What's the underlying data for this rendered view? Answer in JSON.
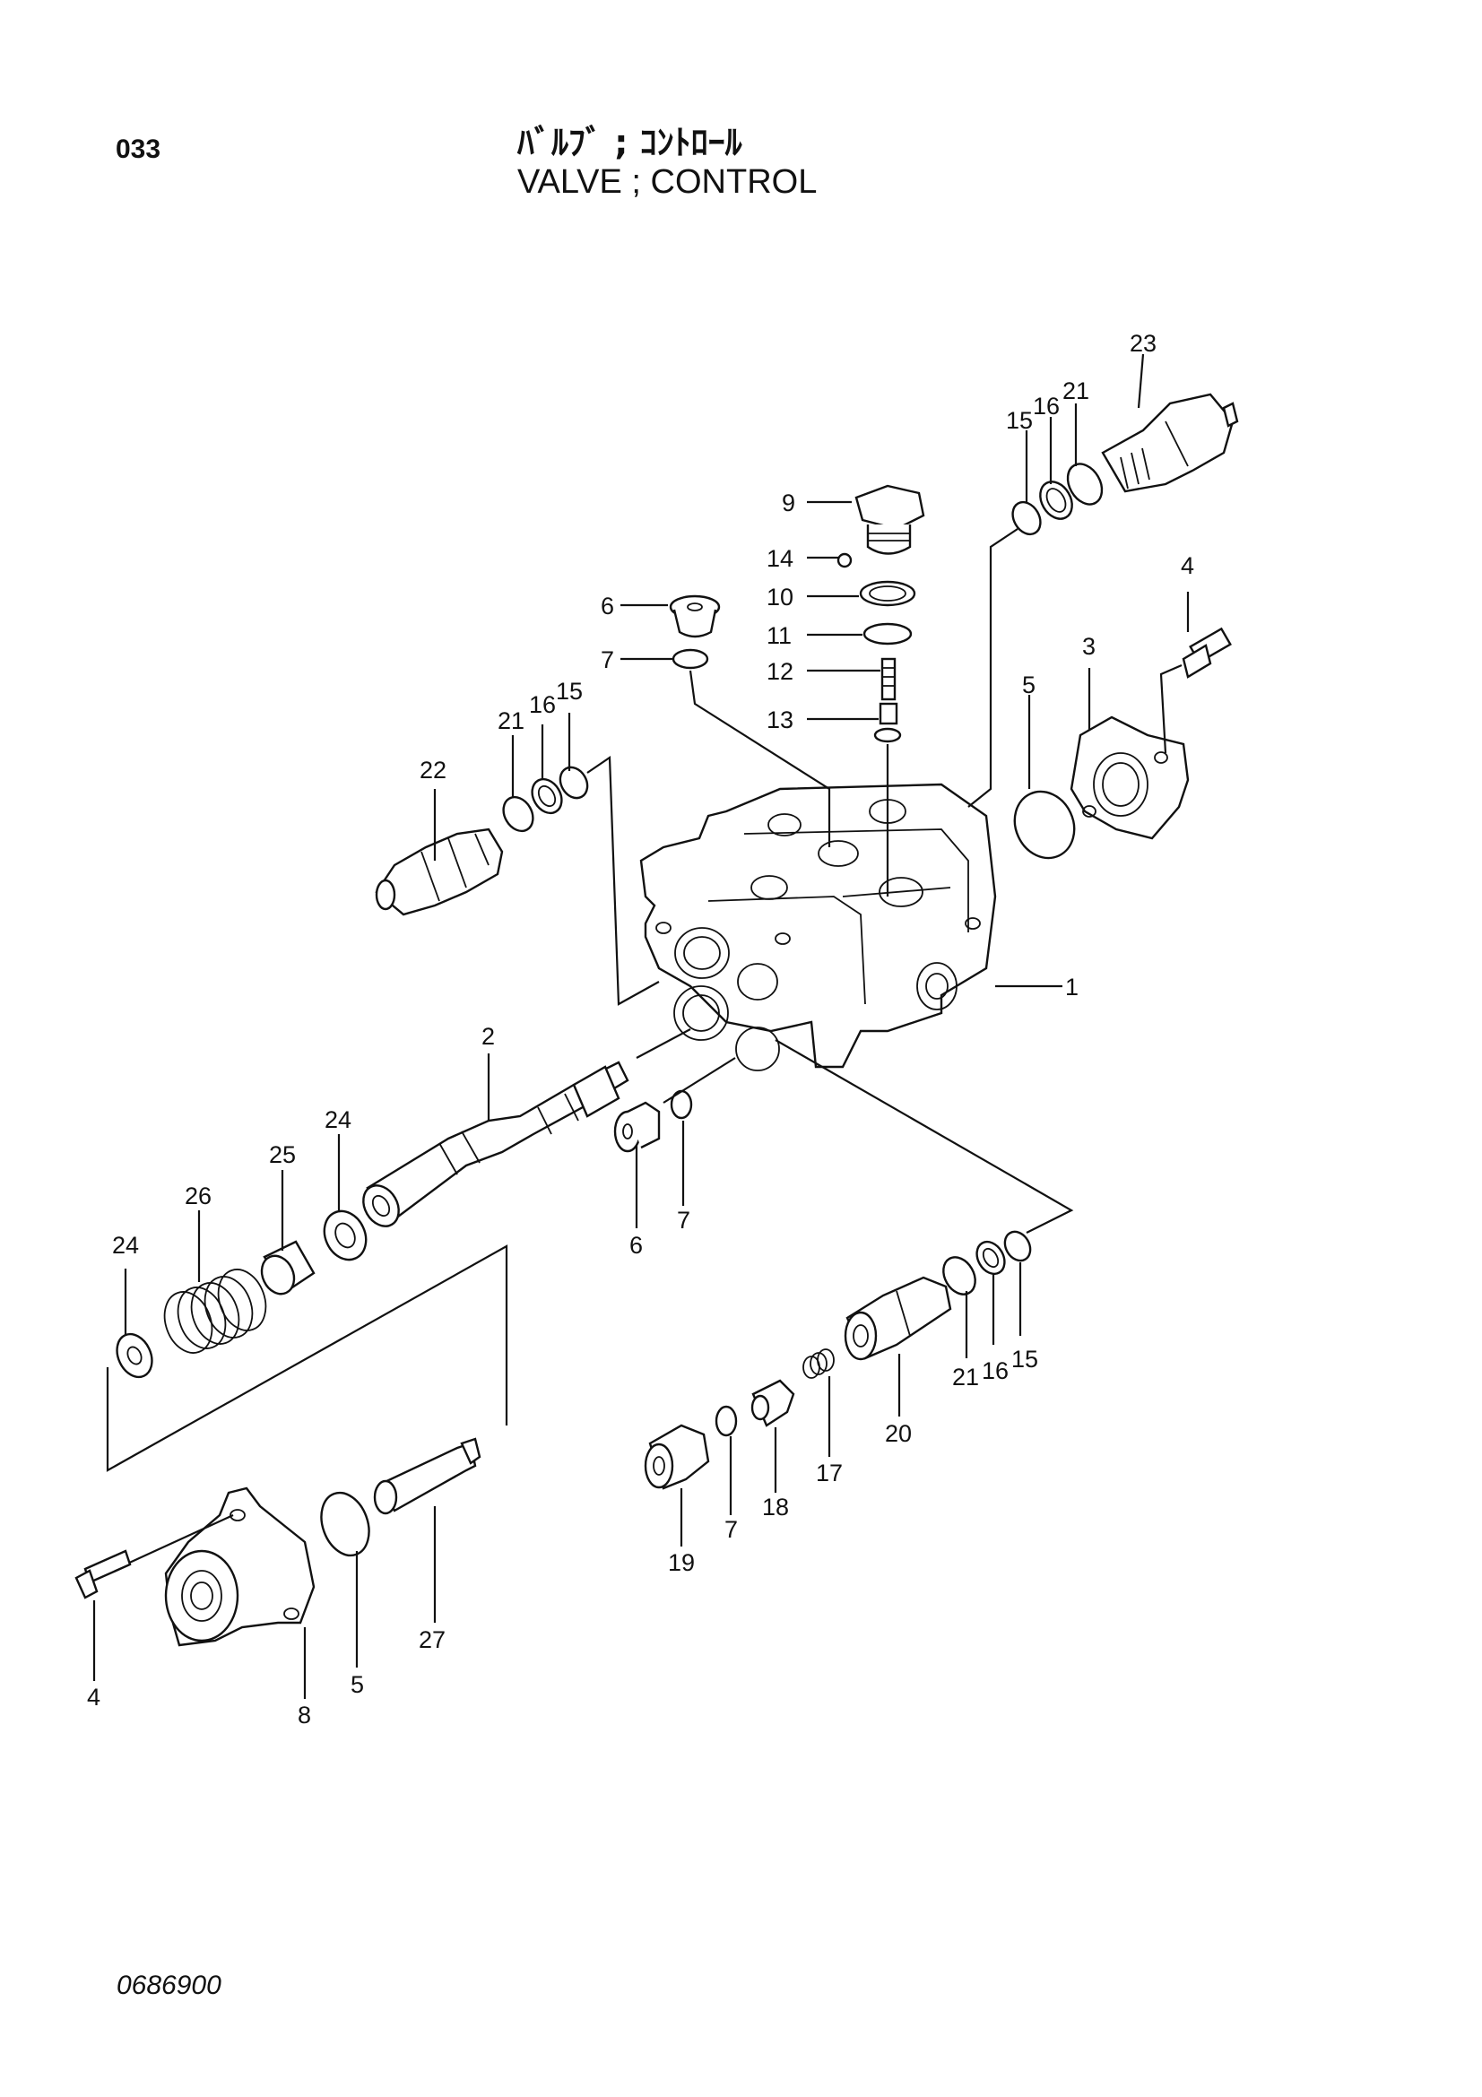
{
  "page": {
    "page_number": "033",
    "title_jp": "ﾊﾞﾙﾌﾞ ; ｺﾝﾄﾛｰﾙ",
    "title_en": "VALVE ; CONTROL",
    "drawing_code": "0686900"
  },
  "callouts": [
    {
      "id": "c23a",
      "label": "23"
    },
    {
      "id": "c21a",
      "label": "21"
    },
    {
      "id": "c16a",
      "label": "16"
    },
    {
      "id": "c15a",
      "label": "15"
    },
    {
      "id": "c9",
      "label": "9"
    },
    {
      "id": "c14",
      "label": "14"
    },
    {
      "id": "c10",
      "label": "10"
    },
    {
      "id": "c11",
      "label": "11"
    },
    {
      "id": "c12",
      "label": "12"
    },
    {
      "id": "c13",
      "label": "13"
    },
    {
      "id": "c6a",
      "label": "6"
    },
    {
      "id": "c7a",
      "label": "7"
    },
    {
      "id": "c4a",
      "label": "4"
    },
    {
      "id": "c3",
      "label": "3"
    },
    {
      "id": "c5a",
      "label": "5"
    },
    {
      "id": "c22",
      "label": "22"
    },
    {
      "id": "c21b",
      "label": "21"
    },
    {
      "id": "c16b",
      "label": "16"
    },
    {
      "id": "c15b",
      "label": "15"
    },
    {
      "id": "c1",
      "label": "1"
    },
    {
      "id": "c2",
      "label": "2"
    },
    {
      "id": "c24a",
      "label": "24"
    },
    {
      "id": "c25",
      "label": "25"
    },
    {
      "id": "c26",
      "label": "26"
    },
    {
      "id": "c24b",
      "label": "24"
    },
    {
      "id": "c6b",
      "label": "6"
    },
    {
      "id": "c7b",
      "label": "7"
    },
    {
      "id": "c21c",
      "label": "21"
    },
    {
      "id": "c16c",
      "label": "16"
    },
    {
      "id": "c15c",
      "label": "15"
    },
    {
      "id": "c20",
      "label": "20"
    },
    {
      "id": "c17",
      "label": "17"
    },
    {
      "id": "c18",
      "label": "18"
    },
    {
      "id": "c7c",
      "label": "7"
    },
    {
      "id": "c19",
      "label": "19"
    },
    {
      "id": "c27",
      "label": "27"
    },
    {
      "id": "c5b",
      "label": "5"
    },
    {
      "id": "c8",
      "label": "8"
    },
    {
      "id": "c4b",
      "label": "4"
    }
  ]
}
